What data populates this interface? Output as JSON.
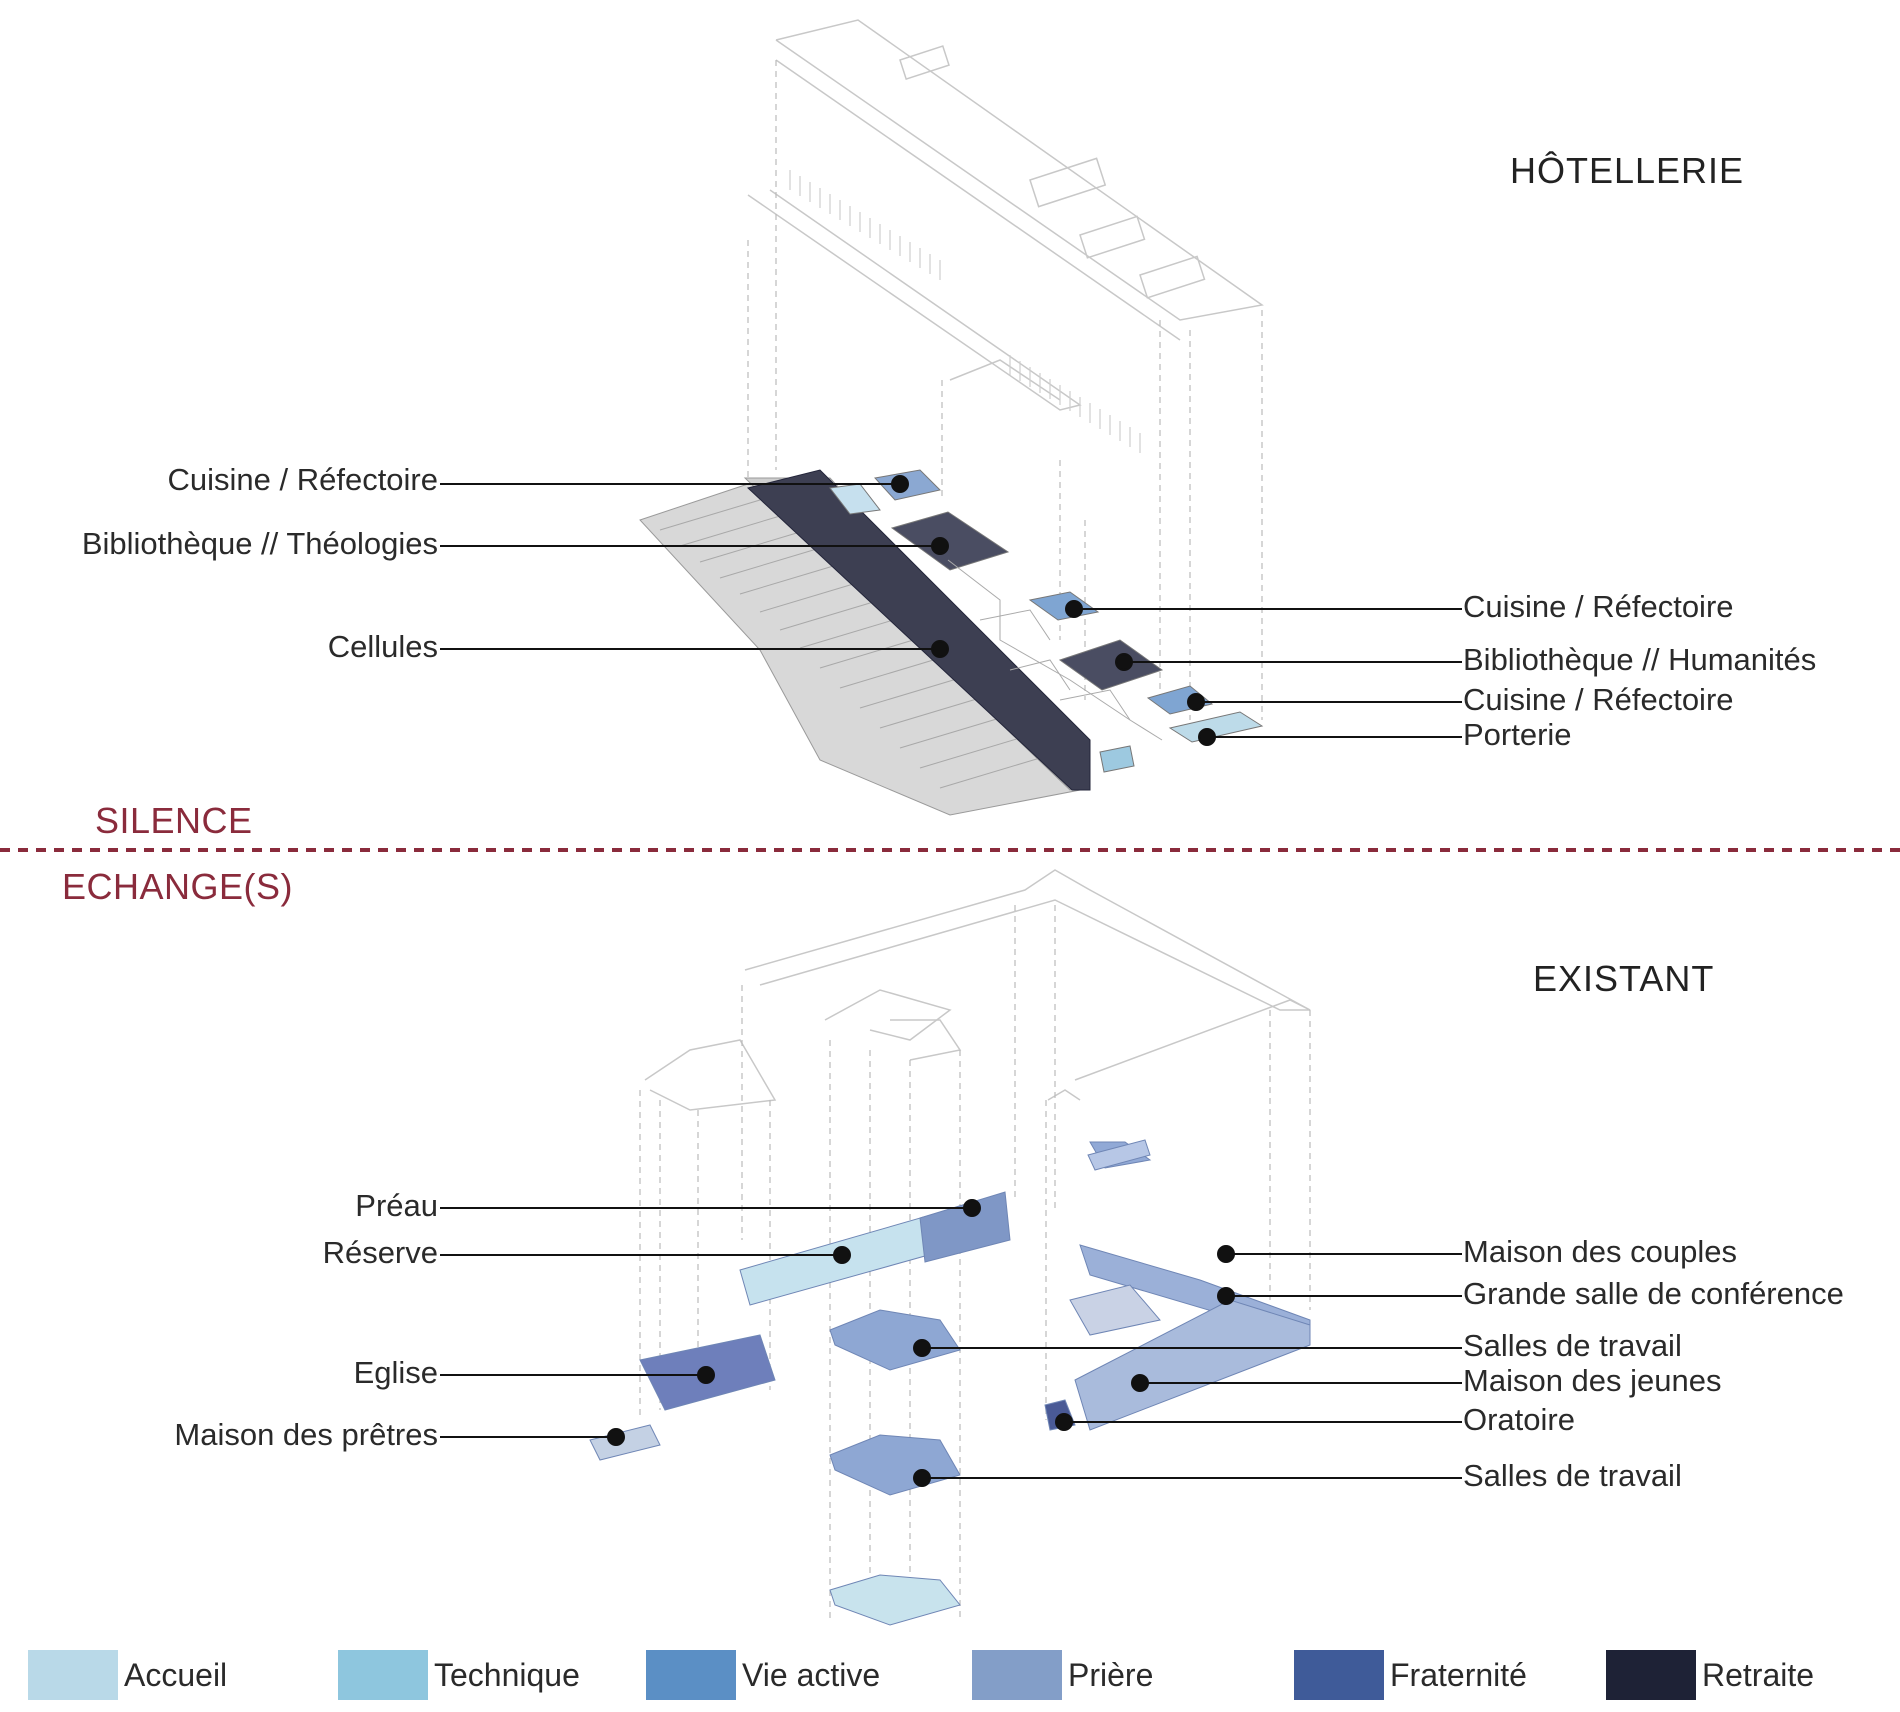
{
  "sections": {
    "top_title": "HÔTELLERIE",
    "bottom_title": "EXISTANT",
    "upper_mode": "SILENCE",
    "lower_mode": "ECHANGE(S)"
  },
  "labels_top_left": [
    "Cuisine / Réfectoire",
    "Bibliothèque // Théologies",
    "Cellules"
  ],
  "labels_top_right": [
    "Cuisine / Réfectoire",
    "Bibliothèque // Humanités",
    "Cuisine / Réfectoire",
    "Porterie"
  ],
  "labels_bottom_left": [
    "Préau",
    "Réserve",
    "Eglise",
    "Maison des prêtres"
  ],
  "labels_bottom_right": [
    "Maison des couples",
    "Grande salle de conférence",
    "Salles de travail",
    "Maison des jeunes",
    "Oratoire",
    "Salles de travail"
  ],
  "legend": [
    {
      "label": "Accueil",
      "color": "#b9d9e8"
    },
    {
      "label": "Technique",
      "color": "#8ec6de"
    },
    {
      "label": "Vie active",
      "color": "#5b8fc5"
    },
    {
      "label": "Prière",
      "color": "#839ec8"
    },
    {
      "label": "Fraternité",
      "color": "#3f5b99"
    },
    {
      "label": "Retraite",
      "color": "#1e2236"
    }
  ],
  "colors": {
    "divider": "#8a2b3c",
    "leader": "#111111",
    "outline": "#c8c8c8"
  }
}
